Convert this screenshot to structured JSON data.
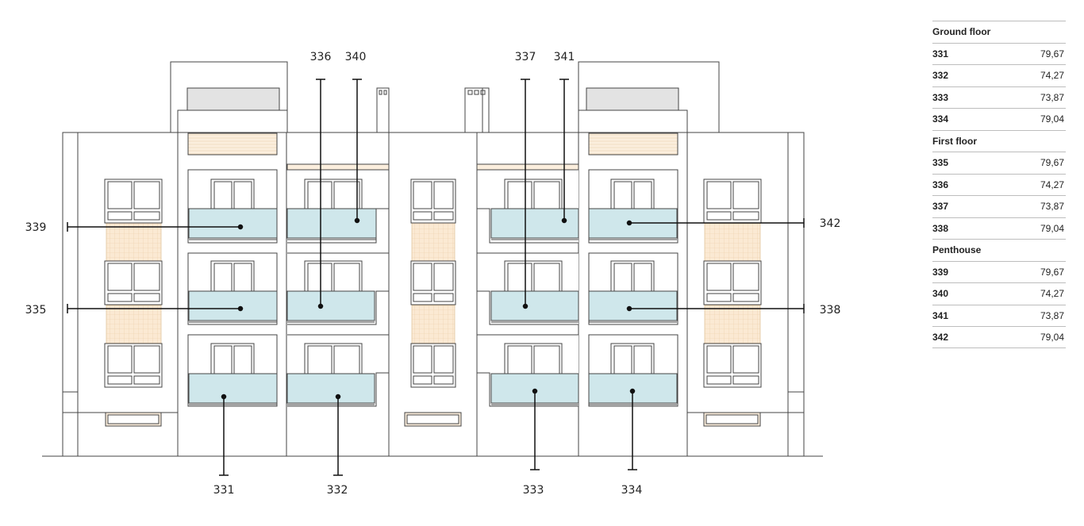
{
  "elevation": {
    "labels_top": [
      "336",
      "340",
      "337",
      "341"
    ],
    "labels_left": [
      "339",
      "335"
    ],
    "labels_right": [
      "342",
      "338"
    ],
    "labels_bottom": [
      "331",
      "332",
      "333",
      "334"
    ]
  },
  "schedule": {
    "floors": [
      {
        "name": "Ground floor",
        "units": [
          {
            "id": "331",
            "area": "79,67"
          },
          {
            "id": "332",
            "area": "74,27"
          },
          {
            "id": "333",
            "area": "73,87"
          },
          {
            "id": "334",
            "area": "79,04"
          }
        ]
      },
      {
        "name": "First floor",
        "units": [
          {
            "id": "335",
            "area": "79,67"
          },
          {
            "id": "336",
            "area": "74,27"
          },
          {
            "id": "337",
            "area": "73,87"
          },
          {
            "id": "338",
            "area": "79,04"
          }
        ]
      },
      {
        "name": "Penthouse",
        "units": [
          {
            "id": "339",
            "area": "79,67"
          },
          {
            "id": "340",
            "area": "74,27"
          },
          {
            "id": "341",
            "area": "73,87"
          },
          {
            "id": "342",
            "area": "79,04"
          }
        ]
      }
    ]
  },
  "colors": {
    "balcony": "#cfe7eb",
    "screen": "#fbe9d3",
    "roof": "#e3e3e3",
    "line": "#444444"
  }
}
